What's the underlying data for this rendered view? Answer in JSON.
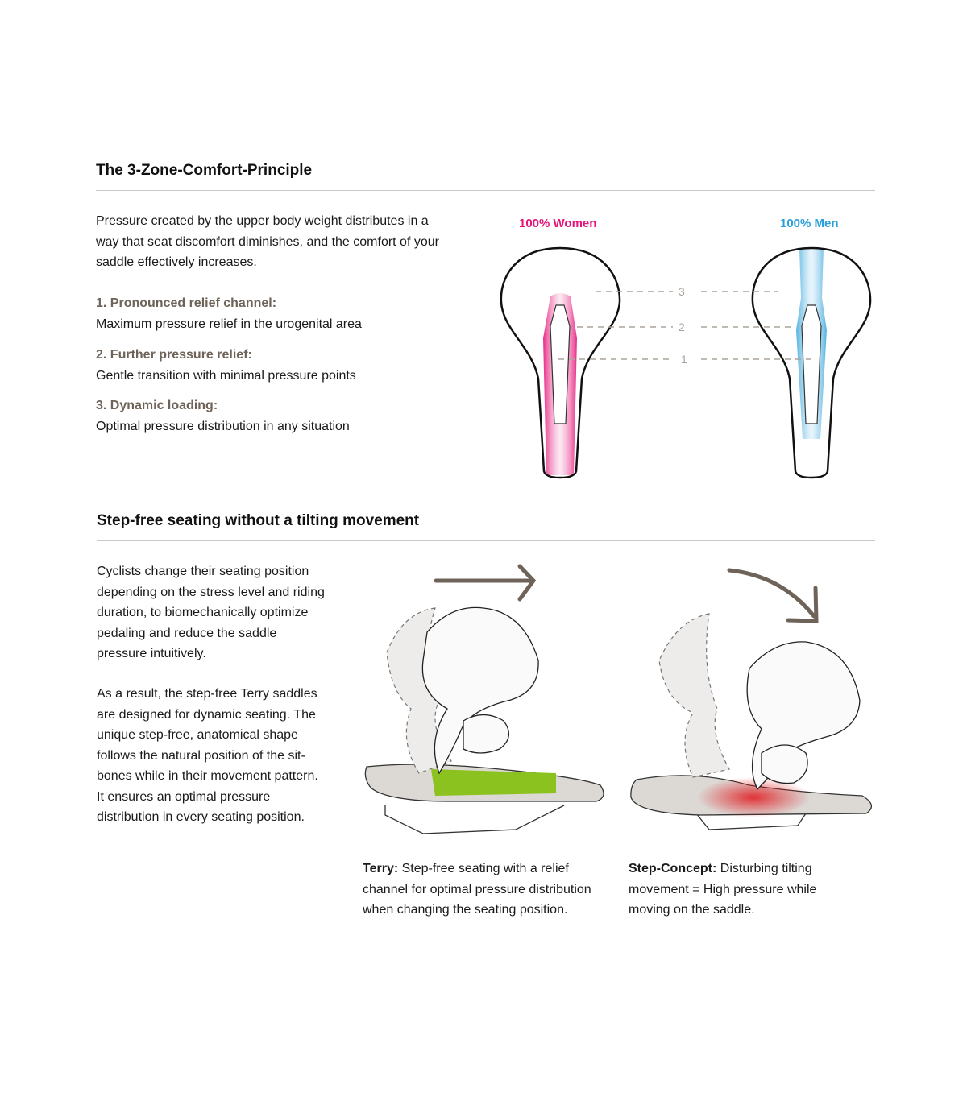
{
  "section1": {
    "title": "The 3-Zone-Comfort-Principle",
    "intro_lines": [
      "Pressure created by the upper body weight distributes in a",
      "way that seat discomfort diminishes, and the comfort of your",
      "saddle effectively increases."
    ],
    "items": [
      {
        "heading": "1. Pronounced relief channel:",
        "text": "Maximum pressure relief in the urogenital area"
      },
      {
        "heading": "2. Further pressure relief:",
        "text": "Gentle transition with minimal pressure points"
      },
      {
        "heading": "3. Dynamic loading:",
        "text": "Optimal pressure distribution in any situation"
      }
    ],
    "women_label": "100% Women",
    "men_label": "100% Men",
    "zone_numbers": [
      "3",
      "2",
      "1"
    ],
    "colors": {
      "women": "#e5157a",
      "men": "#2a9fd8",
      "heading": "#6e6358"
    }
  },
  "section2": {
    "title": "Step-free seating without a tilting movement",
    "para1_lines": [
      "Cyclists change their seating position",
      "depending on the stress level and riding",
      "duration, to biomechanically optimize",
      "pedaling and reduce the saddle",
      "pressure intuitively."
    ],
    "para2_lines": [
      "As a result, the step-free Terry saddles",
      "are designed for dynamic seating. The",
      "unique step-free, anatomical shape",
      "follows the natural position of the sit-",
      "bones while in their movement pattern.",
      "It ensures an optimal pressure",
      "distribution in every seating position."
    ],
    "caption_terry": {
      "bold": "Terry:",
      "lines": [
        " Step-free seating with a relief",
        "channel for optimal pressure distribution",
        "when changing the seating position."
      ]
    },
    "caption_step": {
      "bold": "Step-Concept:",
      "lines": [
        " Disturbing tilting",
        "movement = High pressure while",
        "moving on the saddle."
      ]
    }
  }
}
